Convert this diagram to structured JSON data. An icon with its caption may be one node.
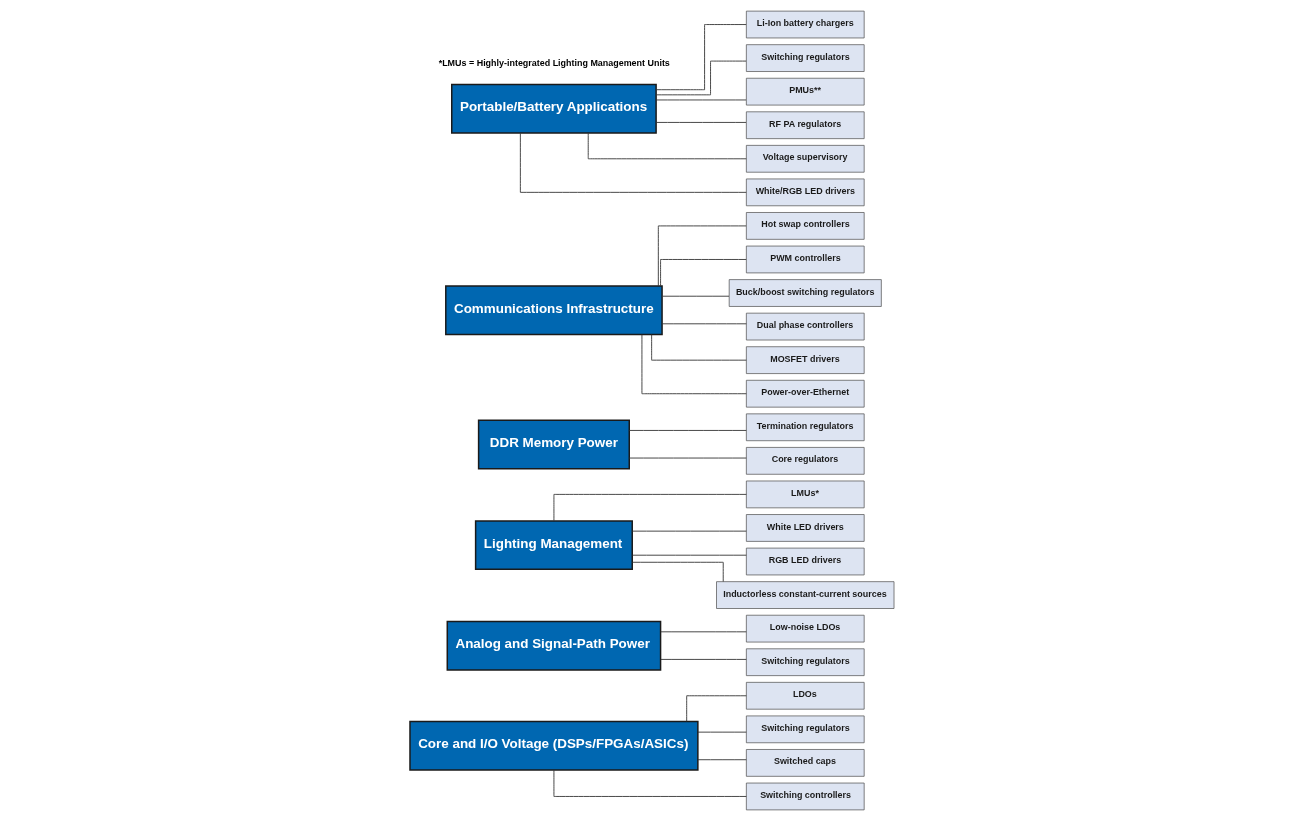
{
  "diagram": {
    "nodes": [
      {
        "text": [
          "Core and I/O Voltage (DSPs/FPGAs/ASICs)"
        ]
      },
      {
        "text": [
          "LDOs"
        ]
      },
      {
        "text": [
          "Switching regulators"
        ]
      },
      {
        "text": [
          "Switched caps"
        ]
      },
      {
        "text": [
          "Switching controllers"
        ]
      },
      {
        "text": [
          "Analog and Signal-Path Power"
        ]
      },
      {
        "text": [
          "Low-noise LDOs"
        ]
      },
      {
        "text": [
          "Switching regulators"
        ]
      },
      {
        "text": [
          "Lighting Management"
        ]
      },
      {
        "text": [
          "LMUs*"
        ]
      },
      {
        "text": [
          "White LED drivers"
        ]
      },
      {
        "text": [
          "RGB LED drivers"
        ]
      },
      {
        "text": [
          "Inductorless constant-current sources"
        ]
      },
      {
        "text": [
          "DDR Memory Power"
        ]
      },
      {
        "text": [
          "Termination regulators"
        ]
      },
      {
        "text": [
          "Core regulators"
        ]
      },
      {
        "text": [
          "Communications Infrastructure"
        ]
      },
      {
        "text": [
          "Hot swap controllers"
        ]
      },
      {
        "text": [
          "PWM controllers"
        ]
      },
      {
        "text": [
          "Buck/boost switching regulators"
        ]
      },
      {
        "text": [
          "Dual phase controllers"
        ]
      },
      {
        "text": [
          "MOSFET drivers"
        ]
      },
      {
        "text": [
          "Power-over-Ethernet"
        ]
      },
      {
        "text": [
          "Portable/Battery Applications"
        ]
      },
      {
        "text": [
          "Li-Ion battery chargers"
        ]
      },
      {
        "text": [
          "Switching regulators"
        ]
      },
      {
        "text": [
          "PMUs**"
        ]
      },
      {
        "text": [
          "RF PA regulators"
        ]
      },
      {
        "text": [
          "Voltage supervisory"
        ]
      },
      {
        "text": [
          "White/RGB LED drivers"
        ]
      }
    ],
    "edges": [
      {
        "from": 0,
        "to": 1,
        "arrow": "none"
      },
      {
        "from": 0,
        "to": 2,
        "arrow": "none"
      },
      {
        "from": 0,
        "to": 3,
        "arrow": "none"
      },
      {
        "from": 0,
        "to": 4,
        "arrow": "none"
      },
      {
        "from": 5,
        "to": 6,
        "arrow": "none"
      },
      {
        "from": 5,
        "to": 7,
        "arrow": "none"
      },
      {
        "from": 8,
        "to": 9,
        "arrow": "none"
      },
      {
        "from": 8,
        "to": 10,
        "arrow": "none"
      },
      {
        "from": 8,
        "to": 11,
        "arrow": "none"
      },
      {
        "from": 8,
        "to": 12,
        "arrow": "none"
      },
      {
        "from": 13,
        "to": 14,
        "arrow": "none"
      },
      {
        "from": 13,
        "to": 15,
        "arrow": "none"
      },
      {
        "from": 16,
        "to": 17,
        "arrow": "none"
      },
      {
        "from": 16,
        "to": 18,
        "arrow": "none"
      },
      {
        "from": 16,
        "to": 19,
        "arrow": "none"
      },
      {
        "from": 16,
        "to": 20,
        "arrow": "none"
      },
      {
        "from": 16,
        "to": 21,
        "arrow": "none"
      },
      {
        "from": 16,
        "to": 22,
        "arrow": "none"
      },
      {
        "from": 23,
        "to": 24,
        "arrow": "none"
      },
      {
        "from": 23,
        "to": 25,
        "arrow": "none"
      },
      {
        "from": 23,
        "to": 26,
        "arrow": "none"
      },
      {
        "from": 23,
        "to": 27,
        "arrow": "none"
      },
      {
        "from": 23,
        "to": 28,
        "arrow": "none"
      },
      {
        "from": 23,
        "to": 29,
        "arrow": "none"
      }
    ],
    "labels": [
      "*LMUs = Highly-integrated Lighting Management Units"
    ]
  }
}
